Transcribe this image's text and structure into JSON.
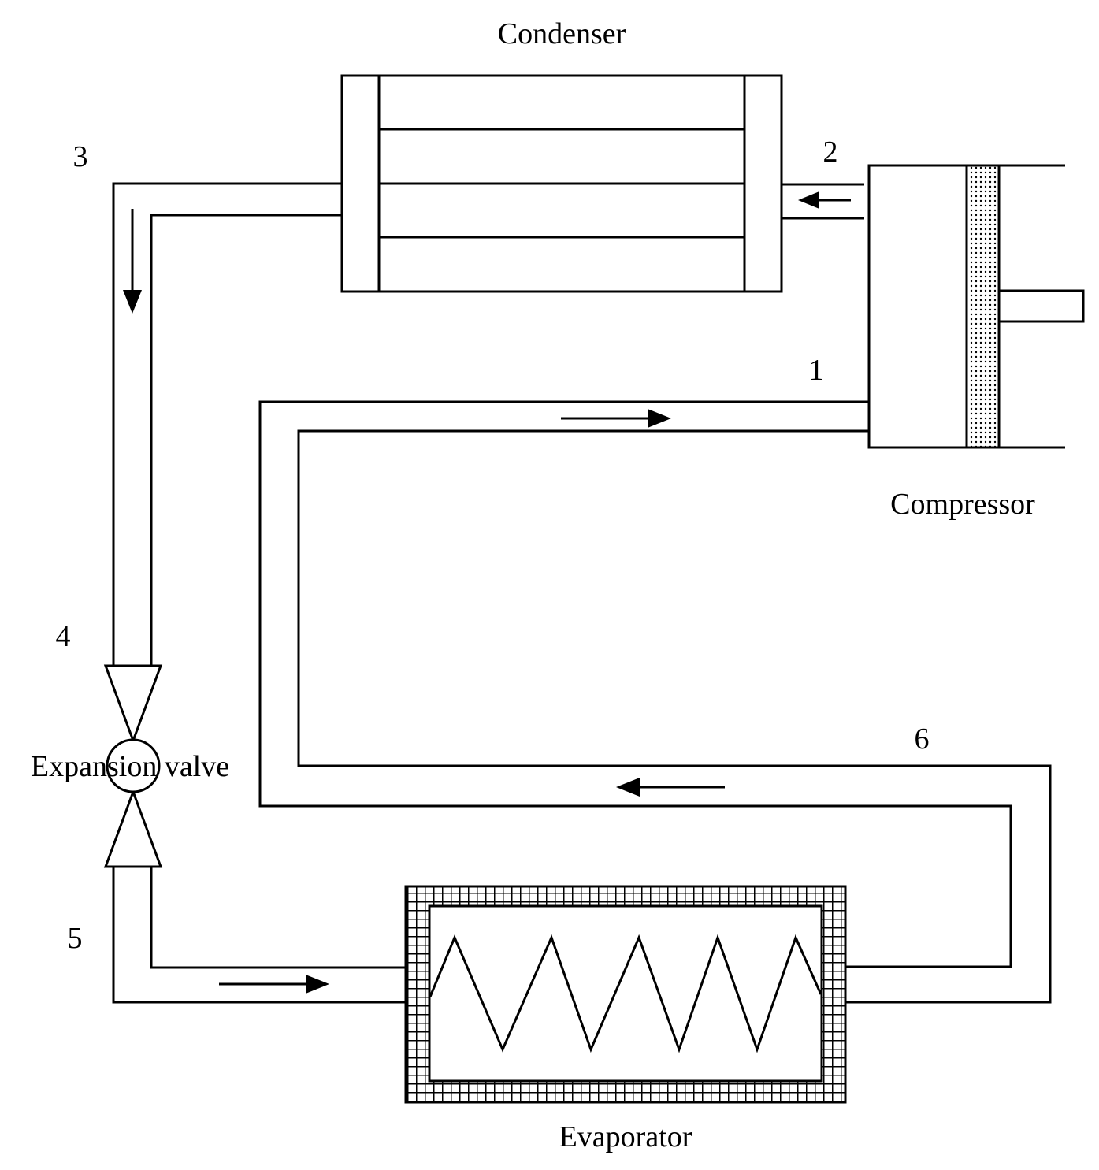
{
  "labels": {
    "condenser": "Condenser",
    "compressor": "Compressor",
    "expansion_valve": "Expansion valve",
    "evaporator": "Evaporator"
  },
  "state_points": [
    "1",
    "2",
    "3",
    "4",
    "5",
    "6"
  ],
  "colors": {
    "line": "#000000",
    "background": "#ffffff"
  }
}
